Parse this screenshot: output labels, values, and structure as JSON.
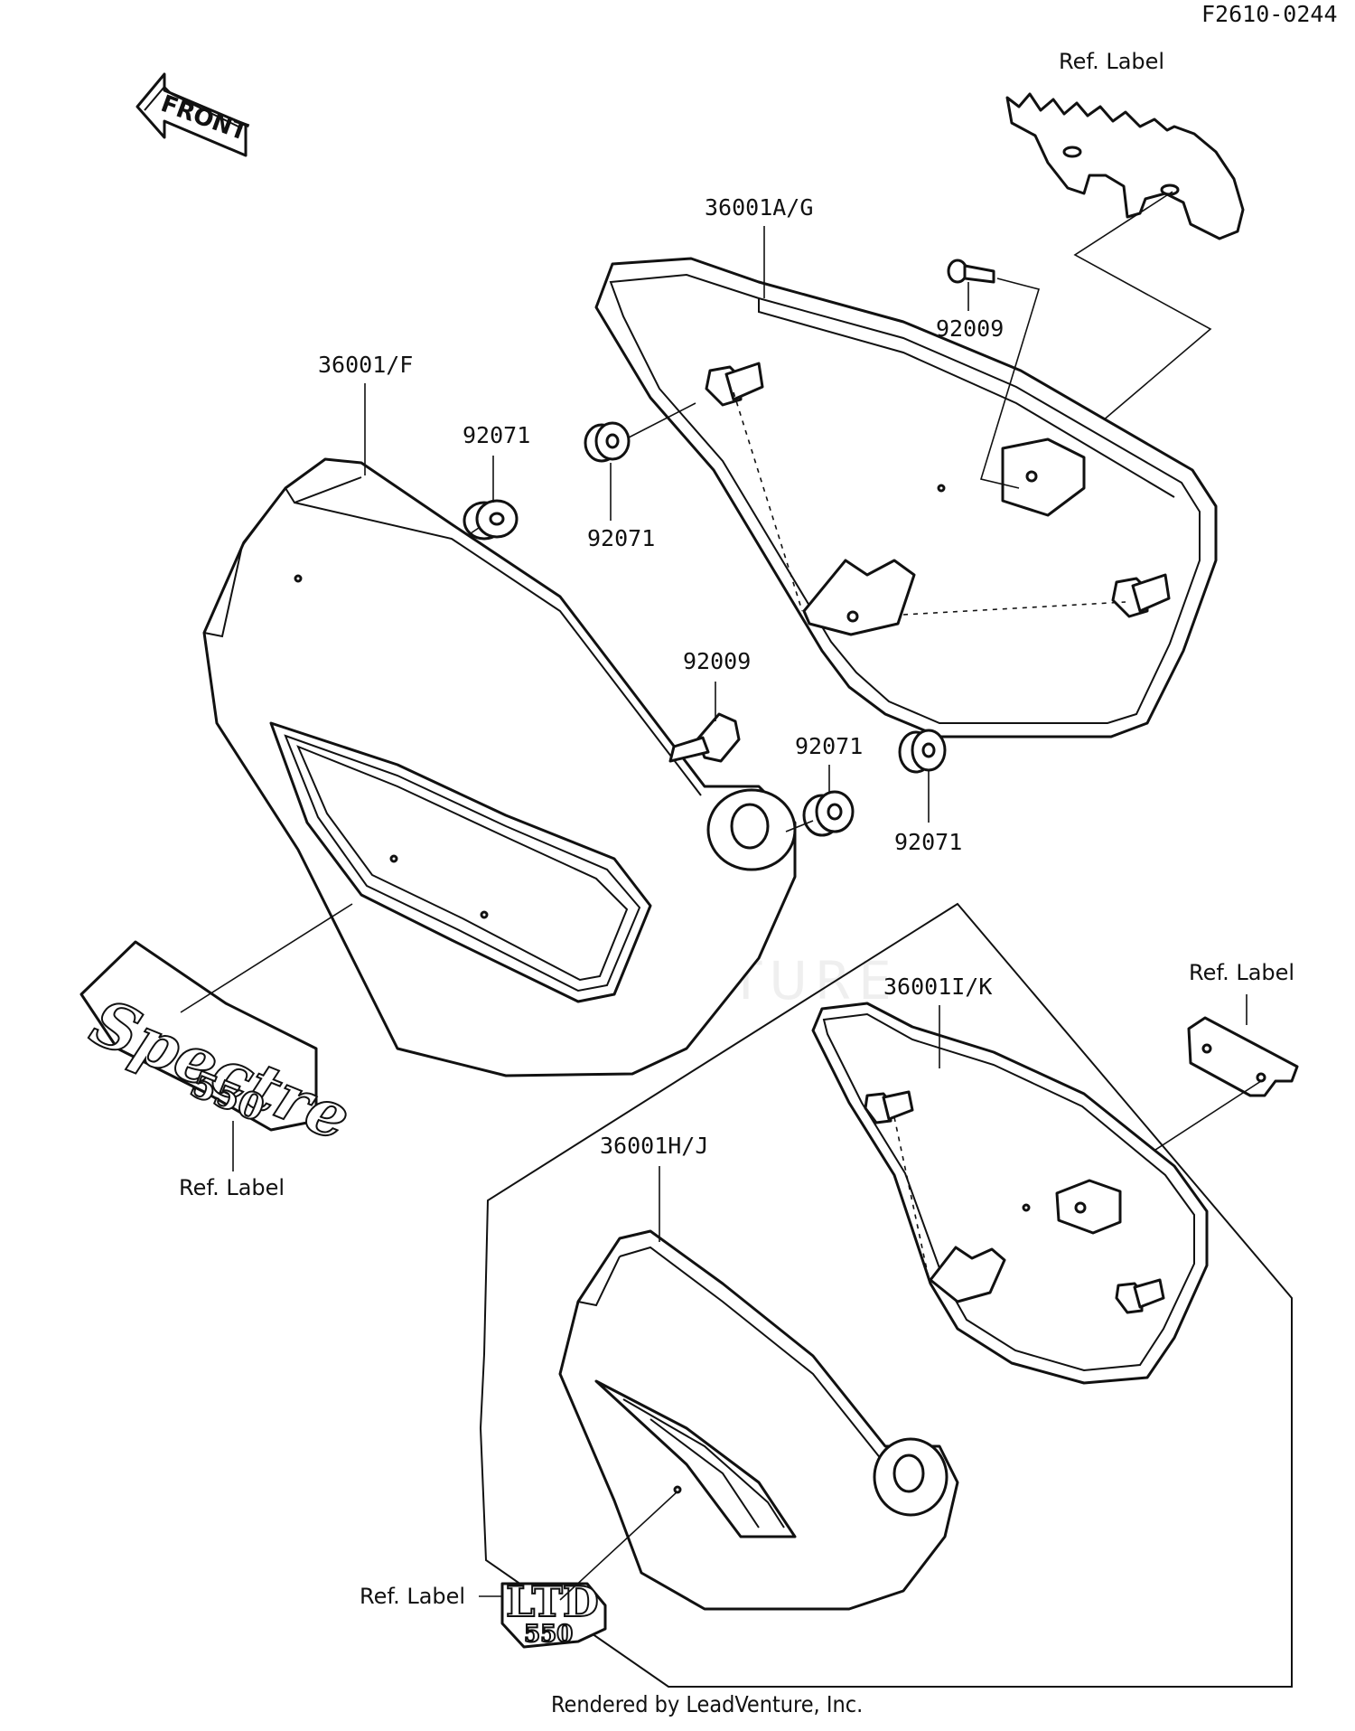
{
  "diagram_code": "F2610-0244",
  "front_arrow": "FRONT",
  "part_labels": {
    "cover_rear_upper": "36001A/G",
    "cover_front_upper": "36001/F",
    "cover_rear_lower": "36001I/K",
    "cover_front_lower": "36001H/J",
    "bolt_upper": "92009",
    "bolt_middle": "92009",
    "grommet_1": "92071",
    "grommet_2": "92071",
    "grommet_3": "92071",
    "grommet_4": "92071"
  },
  "ref_labels": {
    "top_right": "Ref. Label",
    "mid_right": "Ref. Label",
    "left_emblem": "Ref. Label",
    "bottom_left": "Ref. Label"
  },
  "emblems": {
    "spectre_script": "Spectre",
    "spectre_number": "550",
    "ltd_text": "LTD",
    "ltd_number": "550"
  },
  "watermark": "LEADVENTURE",
  "footer": "Rendered by LeadVenture, Inc."
}
